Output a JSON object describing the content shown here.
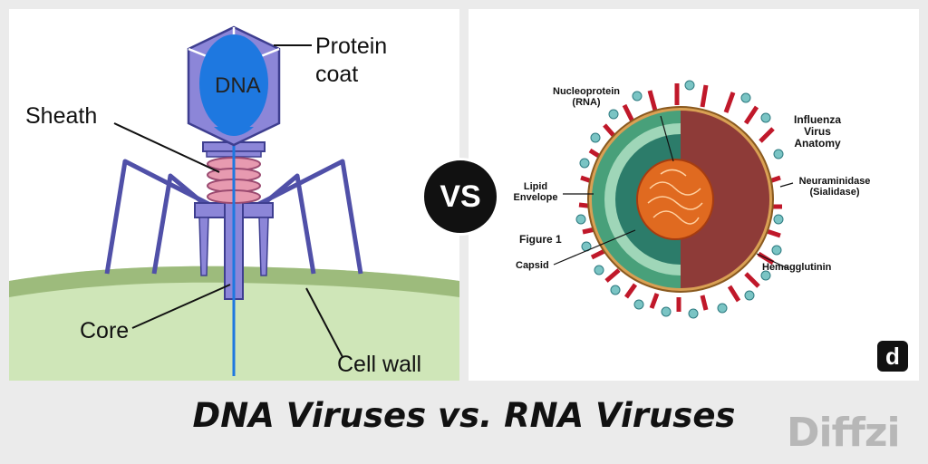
{
  "left_diagram": {
    "dna": "DNA",
    "protein_coat_line1": "Protein",
    "protein_coat_line2": "coat",
    "sheath": "Sheath",
    "core": "Core",
    "cell_wall": "Cell wall"
  },
  "right_diagram": {
    "nucleoprotein_line1": "Nucleoprotein",
    "nucleoprotein_line2": "(RNA)",
    "title_line1": "Influenza",
    "title_line2": "Virus",
    "title_line3": "Anatomy",
    "neuraminidase_line1": "Neuraminidase",
    "neuraminidase_line2": "(Sialidase)",
    "lipid_line1": "Lipid",
    "lipid_line2": "Envelope",
    "figure": "Figure 1",
    "capsid": "Capsid",
    "hemagglutinin": "Hemagglutinin"
  },
  "vs": "VS",
  "title": "DNA Viruses vs. RNA Viruses",
  "site_icon": "d",
  "watermark": "Diffzi",
  "colors": {
    "capsid_purple": "#8c86d8",
    "dna_blue": "#1e78e0",
    "sheath_pink": "#e79ab0",
    "cell_green": "#cfe6b8",
    "spike_red": "#c0182a",
    "envelope_orange": "#d9a054"
  }
}
